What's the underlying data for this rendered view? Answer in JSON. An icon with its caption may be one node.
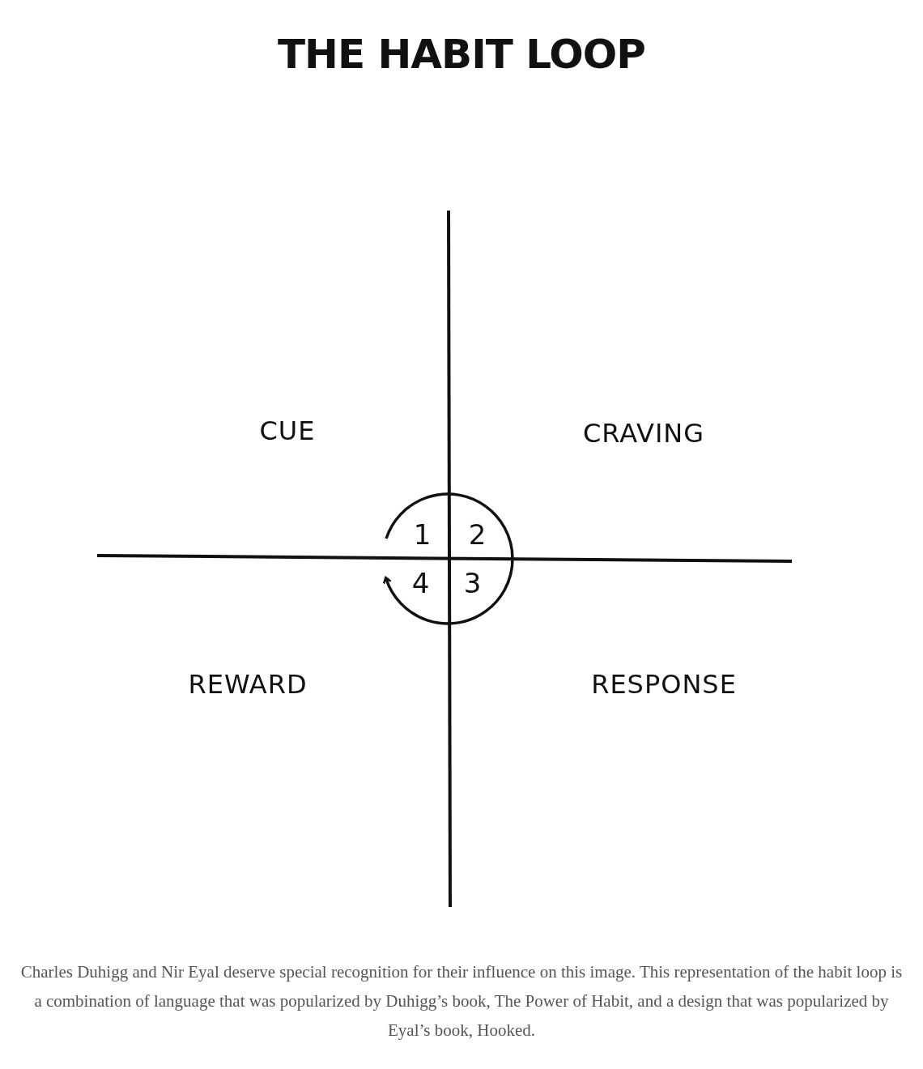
{
  "diagram": {
    "title": "THE HABIT LOOP",
    "caption": "Charles Duhigg and Nir Eyal deserve special recognition for their influence on this image. This representation of the habit loop is a combination of language that was popularized by Duhigg’s book, The Power of Habit, and a design that was popularized by Eyal’s book, Hooked.",
    "labels": [
      "CUE",
      "CRAVING",
      "1",
      "2",
      "4",
      "3",
      "REWARD",
      "RESPONSE"
    ]
  }
}
